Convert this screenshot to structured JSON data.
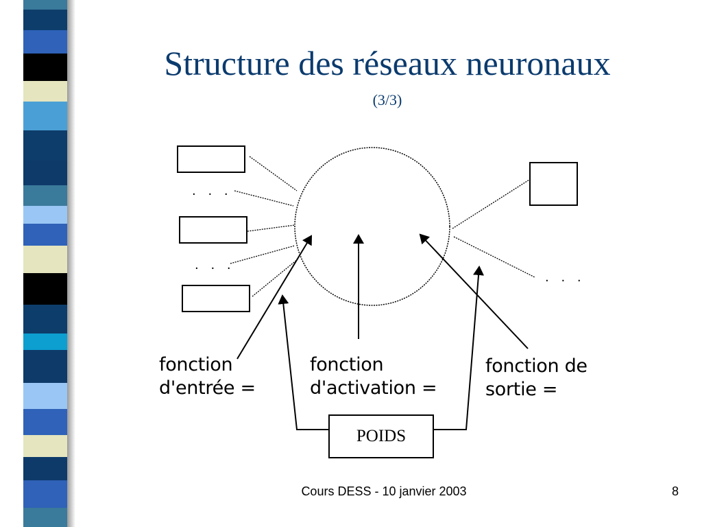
{
  "slide": {
    "title": "Structure des réseaux neuronaux",
    "subtitle": "(3/3)"
  },
  "diagram": {
    "label_entree_line1": "fonction",
    "label_entree_line2": "d'entrée =",
    "label_activation_line1": "fonction",
    "label_activation_line2": "d'activation =",
    "label_sortie_line1": "fonction de",
    "label_sortie_line2": "sortie =",
    "poids": "POIDS",
    "ellipsis": ". . ."
  },
  "footer": {
    "text": "Cours DESS - 10 janvier 2003",
    "page_number": "8"
  },
  "colors": {
    "title": "#0b3b6e",
    "stripes": [
      "#3a7a9b",
      "#0d3d6b",
      "#2f62b8",
      "#000000",
      "#e5e5bf",
      "#4aa0d6",
      "#0e3a6a",
      "#99c6f5",
      "#0c9fd0"
    ]
  }
}
